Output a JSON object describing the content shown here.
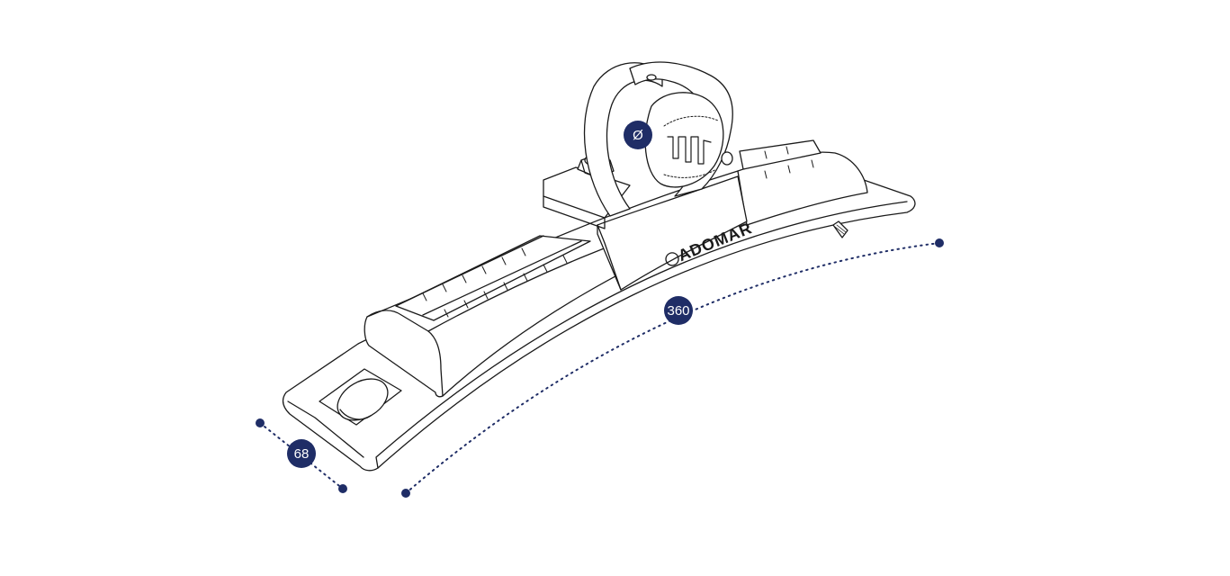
{
  "colors": {
    "dimension": "#1f2d66",
    "line": "#1a1a1a",
    "background": "#ffffff"
  },
  "product": {
    "brand": "ADOMAR"
  },
  "dimensions": {
    "diameter_label": "Ø",
    "length_label": "360",
    "width_label": "68"
  }
}
